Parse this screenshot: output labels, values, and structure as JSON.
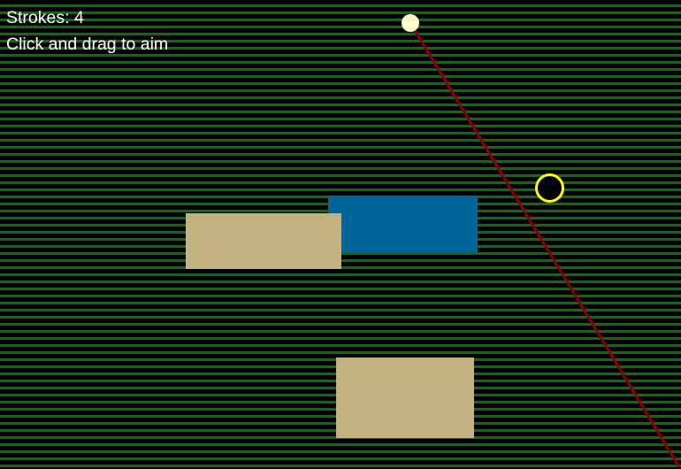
{
  "hud": {
    "strokes_label": "Strokes: 4",
    "instructions": "Click and drag to aim"
  },
  "game": {
    "strokes": 4
  },
  "colors": {
    "fairway_stripe": "#0e6b0e",
    "background": "#000000",
    "water": "#006699",
    "sand": "#c2b280",
    "hole_ring": "#ffff00",
    "ball": "#ffffcc",
    "aim_line": "#8b0000",
    "text": "#ffffff"
  }
}
